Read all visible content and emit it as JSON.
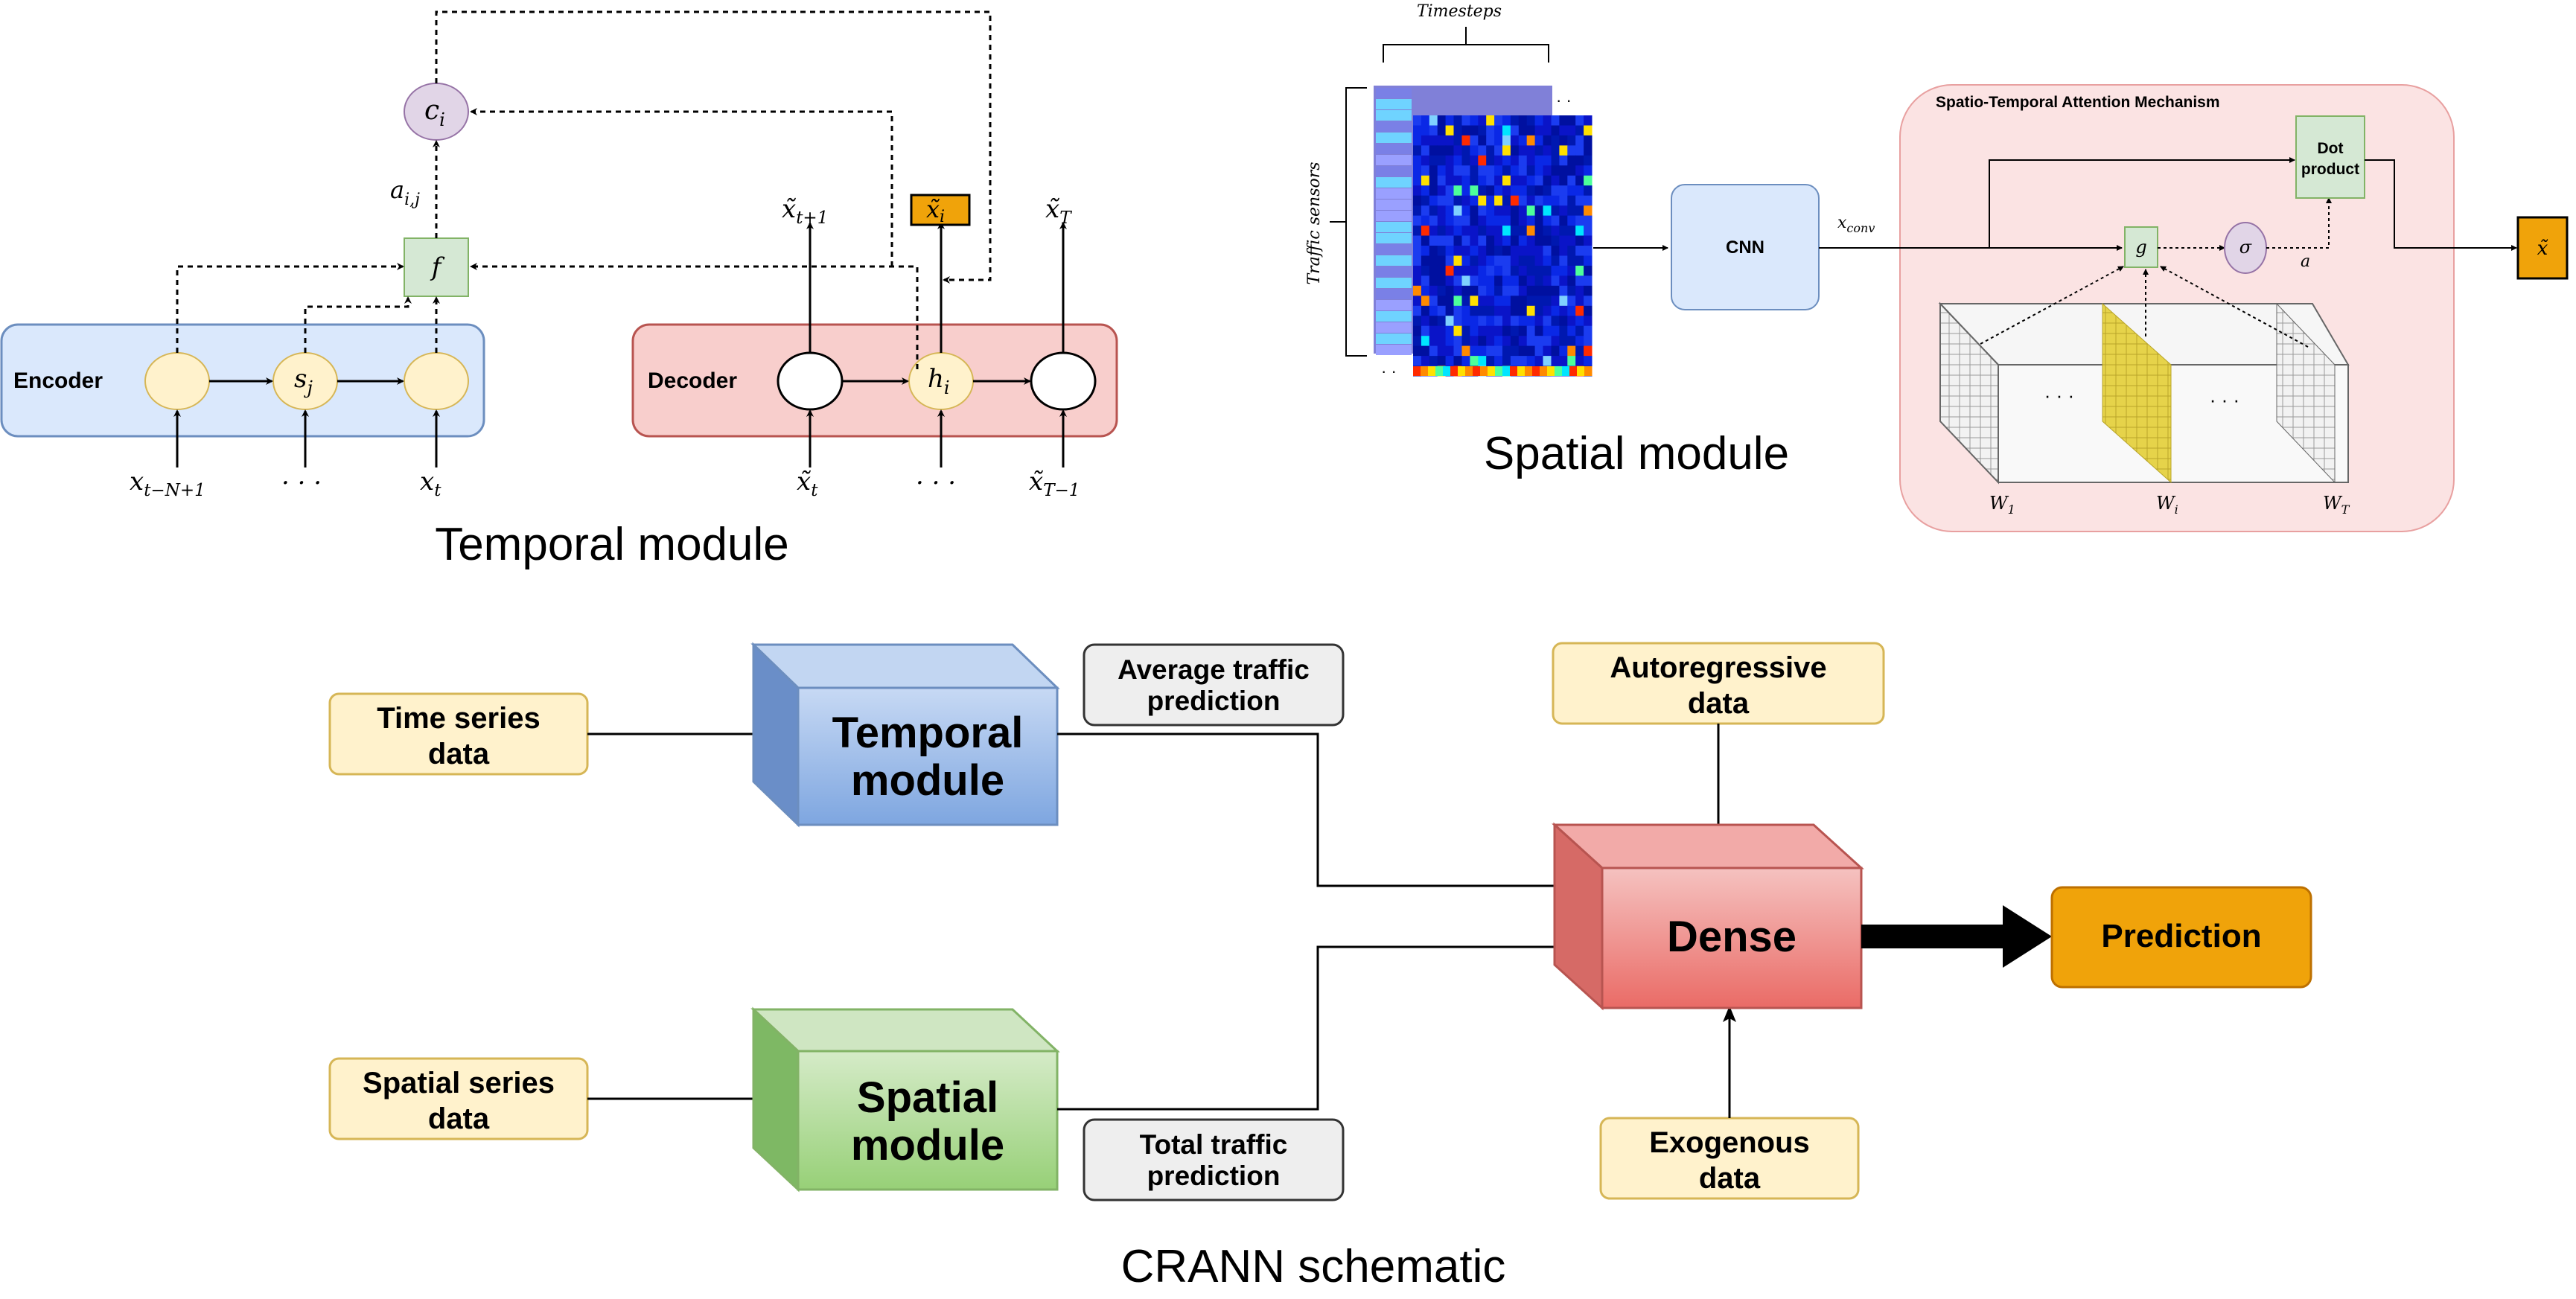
{
  "temporal": {
    "title": "Temporal module",
    "encoder_label": "Encoder",
    "decoder_label": "Decoder",
    "c_label": "c",
    "c_sub": "i",
    "f_label": "f",
    "a_label": "a",
    "a_sub": "i,j",
    "s_label": "s",
    "s_sub": "j",
    "h_label": "h",
    "h_sub": "i",
    "enc_inputs": [
      {
        "base": "x",
        "sub": "t−N+1"
      },
      {
        "base": "· · ·",
        "sub": ""
      },
      {
        "base": "x",
        "sub": "t"
      }
    ],
    "dec_inputs": [
      {
        "base": "x̃",
        "sub": "t"
      },
      {
        "base": "· · ·",
        "sub": ""
      },
      {
        "base": "x̃",
        "sub": "T−1"
      }
    ],
    "dec_outputs": [
      {
        "base": "x̃",
        "sub": "t+1"
      },
      {
        "base": "x̃",
        "sub": "i"
      },
      {
        "base": "x̃",
        "sub": "T"
      }
    ]
  },
  "spatial": {
    "title": "Spatial module",
    "timesteps_label": "Timesteps",
    "sensors_label": "Traffic sensors",
    "cnn_label": "CNN",
    "xconv_base": "x",
    "xconv_sub": "conv",
    "attention_title": "Spatio-Temporal Attention Mechanism",
    "dot_product_label": [
      "Dot",
      "product"
    ],
    "g_label": "g",
    "sigma_label": "σ",
    "a_label": "a",
    "ellipsis": "· · ·",
    "w_labels": [
      {
        "base": "W",
        "sub": "1"
      },
      {
        "base": "W",
        "sub": "i"
      },
      {
        "base": "W",
        "sub": "T"
      }
    ],
    "output_label": "x̃"
  },
  "crann": {
    "title": "CRANN schematic",
    "time_series": [
      "Time series",
      "data"
    ],
    "spatial_series": [
      "Spatial series",
      "data"
    ],
    "temporal_module": [
      "Temporal",
      "module"
    ],
    "spatial_module": [
      "Spatial",
      "module"
    ],
    "avg_traffic": [
      "Average traffic",
      "prediction"
    ],
    "total_traffic": [
      "Total traffic",
      "prediction"
    ],
    "autoregressive": [
      "Autoregressive",
      "data"
    ],
    "exogenous": [
      "Exogenous",
      "data"
    ],
    "dense": "Dense",
    "prediction": "Prediction"
  },
  "colors": {
    "encoder_bg": "#dae8fc",
    "encoder_border": "#6c8ebf",
    "decoder_bg": "#f8cecc",
    "decoder_border": "#b85450",
    "node_yellow": "#fff2cc",
    "node_yellow_border": "#d6b656",
    "f_bg": "#d5e8d4",
    "f_border": "#82b366",
    "c_bg": "#e1d5e7",
    "c_border": "#9673a6",
    "output_orange": "#f0a30a",
    "temporal_blue": "#7ea6e0",
    "spatial_green": "#97d077",
    "dense_red": "#ea6b66",
    "gray_box": "#eeeeee",
    "attention_bg": "#fbe3e3",
    "attention_border": "#e8a0a0",
    "window_yellow": "#e6d34a"
  },
  "icons": [
    "arrow-head",
    "heatmap-matrix",
    "window-grid"
  ]
}
